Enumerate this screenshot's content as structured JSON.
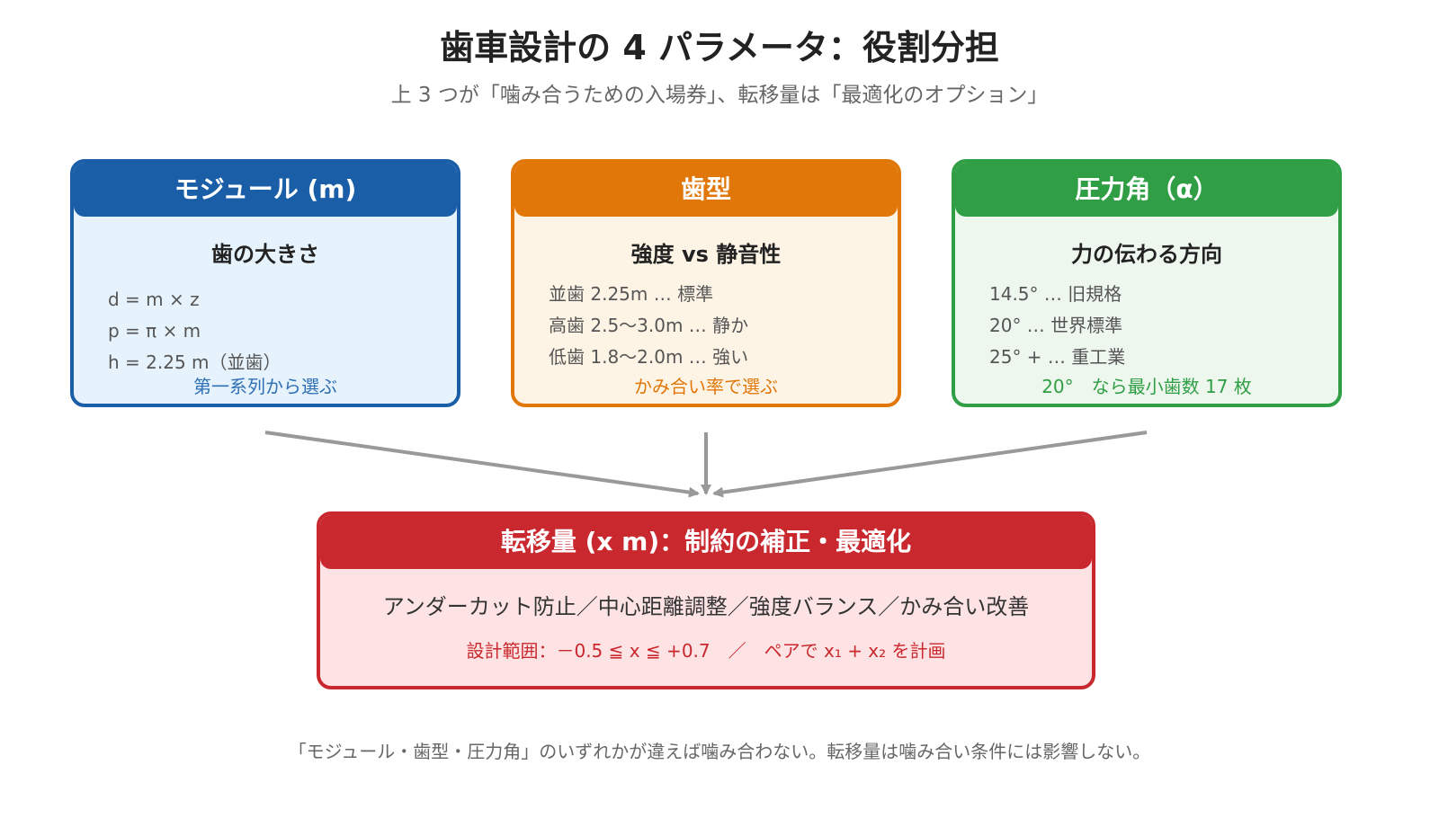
{
  "title": "歯車設計の 4 パラメータ：役割分担",
  "subtitle": "上 3 つが「噛み合うための入場券」、転移量は「最適化のオプション」",
  "colors": {
    "module": "#1a5ea8",
    "tooth": "#e07708",
    "angle": "#2f9e45",
    "shift": "#c9292e",
    "arrow": "#999999"
  },
  "cards": {
    "module": {
      "header": "モジュール (m)",
      "subtitle": "歯の大きさ",
      "lines": [
        "d = m × z",
        "p = π × m",
        "h = 2.25 m（並歯）"
      ],
      "note": "第一系列から選ぶ"
    },
    "tooth": {
      "header": "歯型",
      "subtitle": "強度 vs 静音性",
      "lines": [
        "並歯 2.25m … 標準",
        "高歯 2.5〜3.0m … 静か",
        "低歯 1.8〜2.0m … 強い"
      ],
      "note": "かみ合い率で選ぶ"
    },
    "angle": {
      "header": "圧力角（α）",
      "subtitle": "力の伝わる方向",
      "lines": [
        "14.5°  … 旧規格",
        "20°  … 世界標準",
        "25° + … 重工業"
      ],
      "note": "20°　なら最小歯数 17 枚"
    },
    "shift": {
      "header": "転移量 (x m)：制約の補正・最適化",
      "main": "アンダーカット防止／中心距離調整／強度バランス／かみ合い改善",
      "range": "設計範囲：－0.5 ≦ x ≦ +0.7　／　ペアで x₁ + x₂ を計画"
    }
  },
  "footer": "「モジュール・歯型・圧力角」のいずれかが違えば噛み合わない。転移量は噛み合い条件には影響しない。"
}
